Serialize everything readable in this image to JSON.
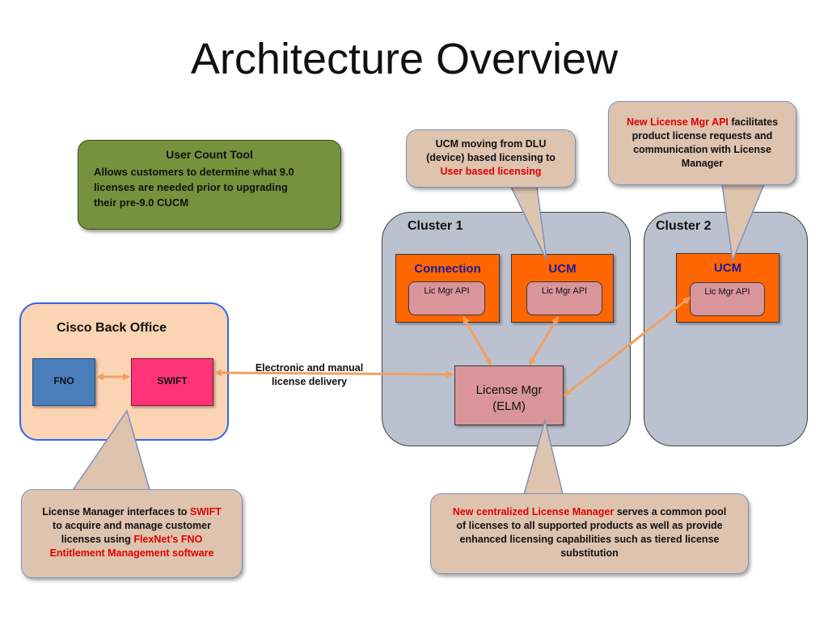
{
  "title": "Architecture Overview",
  "user_count_tool": {
    "heading": "User Count Tool",
    "line1": "Allows customers to determine what 9.0",
    "line2": "licenses are needed prior to upgrading",
    "line3": "their pre-9.0 CUCM"
  },
  "callout_ucm": {
    "line1": "UCM moving from DLU",
    "line2": "(device) based licensing to",
    "highlight": "User based licensing"
  },
  "callout_api": {
    "highlight": "New License Mgr API",
    "line1_rest": "facilitates",
    "line2": "product license requests and",
    "line3": "communication with License",
    "line4": "Manager"
  },
  "callout_swift": {
    "line1_pre": "License Manager interfaces to",
    "line1_hl": "SWIFT",
    "line2": "to acquire and manage customer",
    "line3_pre": "licenses using",
    "line3_hl": "FlexNet’s FNO",
    "line4_hl": "Entitlement Management software"
  },
  "callout_lm": {
    "highlight": "New centralized License Manager",
    "line1_rest": "serves a common pool",
    "line2": "of licenses to all supported products as well as provide",
    "line3": "enhanced licensing capabilities such as tiered license",
    "line4": "substitution"
  },
  "cluster1": {
    "label": "Cluster 1",
    "connection": "Connection",
    "ucm": "UCM",
    "api_label": "Lic Mgr API"
  },
  "cluster2": {
    "label": "Cluster 2",
    "ucm": "UCM",
    "api_label": "Lic Mgr API"
  },
  "license_mgr": {
    "line1": "License Mgr",
    "line2": "(ELM)"
  },
  "back_office": {
    "label": "Cisco Back Office",
    "fno": "FNO",
    "swift": "SWIFT"
  },
  "delivery": {
    "line1": "Electronic and manual",
    "line2": "license delivery"
  },
  "colors": {
    "callout_fill": "#dec3ae",
    "cluster_fill": "#bcc1cf",
    "component_orange": "#ff6600",
    "api_pink": "#d9959a",
    "tool_green": "#76923c",
    "office_fill": "#fbd4b4",
    "fno_blue": "#4a7ebb",
    "swift_pink": "#ff3377",
    "arrow": "#f0a060",
    "highlight_red": "#e00000"
  }
}
